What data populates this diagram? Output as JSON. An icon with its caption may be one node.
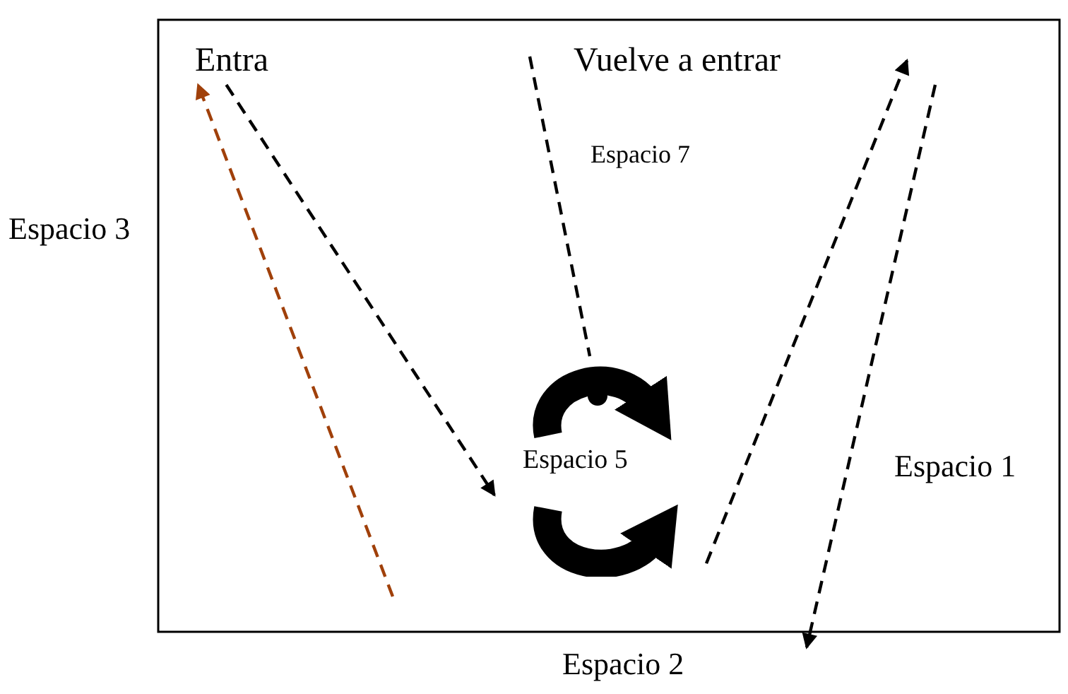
{
  "diagram": {
    "nodes": [
      {
        "text": [
          "Entra"
        ]
      },
      {
        "text": [
          "Vuelve a entrar"
        ]
      },
      {
        "text": [
          "Espacio 5"
        ]
      },
      {
        "text": [
          "Espacio 2"
        ]
      }
    ],
    "edges": [
      {
        "from": null,
        "to": 0,
        "arrow": "to",
        "style": "dashed",
        "color": "#a0400a"
      },
      {
        "from": 0,
        "to": 2,
        "arrow": "to",
        "style": "dashed"
      },
      {
        "from": null,
        "to": 2,
        "arrow": "none",
        "style": "dashed"
      },
      {
        "from": 2,
        "to": 1,
        "arrow": "to",
        "style": "dashed"
      },
      {
        "from": null,
        "to": 3,
        "arrow": "to",
        "style": "dashed"
      }
    ],
    "labels": [
      "Espacio 7",
      "Espacio 3",
      "Espacio 1"
    ]
  }
}
